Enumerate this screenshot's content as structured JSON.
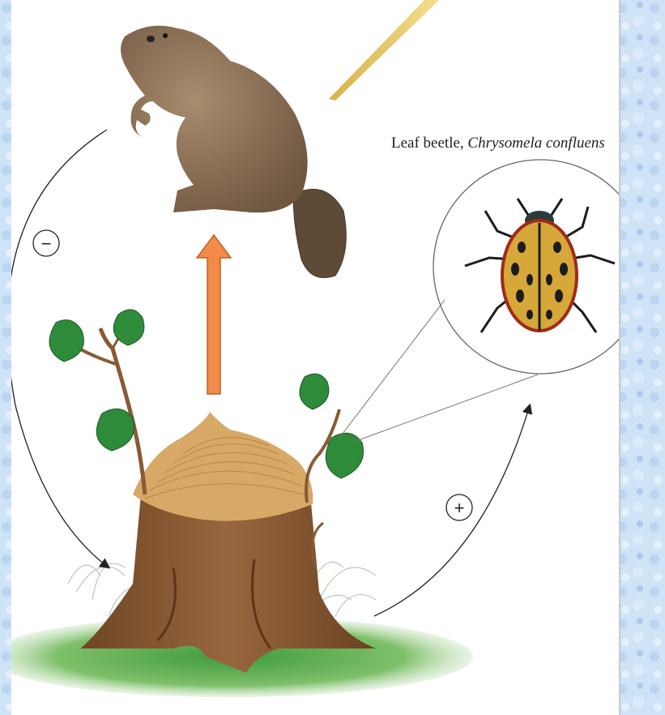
{
  "figure": {
    "caption": {
      "common_name": "Leaf beetle,",
      "species_name": "Chrysomela confluens"
    },
    "interaction_signs": {
      "negative": "−",
      "positive": "+"
    },
    "colors": {
      "background_pattern": "#cfe3f7",
      "panel": "#ffffff",
      "arrow_fill": "#f28a48",
      "leaf_green": "#2e8b3a",
      "stump_brown": "#8a5a35",
      "beaver_brown": "#8a7056",
      "beetle_gold": "#d6a83a"
    },
    "icons": [
      "beaver-illustration",
      "leaf-beetle-illustration",
      "cottonwood-stump-illustration",
      "up-arrow"
    ]
  }
}
